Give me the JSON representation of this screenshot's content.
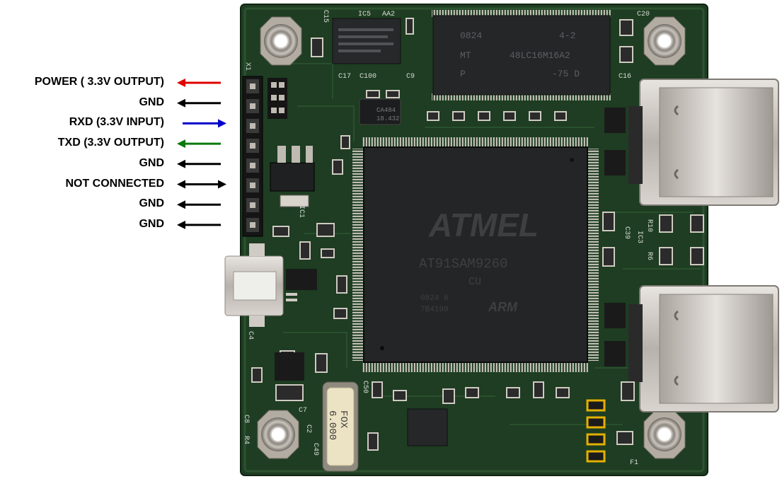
{
  "pins": [
    {
      "label": "POWER ( 3.3V OUTPUT)",
      "direction": "out",
      "color": "#e00000"
    },
    {
      "label": "GND",
      "direction": "out",
      "color": "#000000"
    },
    {
      "label": "RXD (3.3V INPUT)",
      "direction": "in",
      "color": "#0000cc"
    },
    {
      "label": "TXD (3.3V OUTPUT)",
      "direction": "out",
      "color": "#0a7a0a"
    },
    {
      "label": "GND",
      "direction": "out",
      "color": "#000000"
    },
    {
      "label": "NOT CONNECTED",
      "direction": "both",
      "color": "#000000"
    },
    {
      "label": "GND",
      "direction": "out",
      "color": "#000000"
    },
    {
      "label": "GND",
      "direction": "out",
      "color": "#000000"
    }
  ],
  "board": {
    "cpu_markings": [
      "ATMEL",
      "AT91SAM9260",
      "CU",
      "0824 6",
      "7B4190",
      "ARM"
    ],
    "ram_markings": [
      "0824",
      "4-2",
      "MT",
      "48LC16M16A2",
      "P",
      "-75 D"
    ],
    "crystal_markings": [
      "FOX",
      "6.000"
    ],
    "small_chip_markings": [
      "CA484",
      "18.432"
    ],
    "silkscreen": [
      "IC5",
      "AA2",
      "C15",
      "C20",
      "C17",
      "C100",
      "C9",
      "C16",
      "X1",
      "IC1",
      "C4",
      "C50",
      "C7",
      "C8",
      "R4",
      "IC3",
      "R6",
      "R10",
      "C39",
      "F1",
      "C2",
      "C49"
    ],
    "colors": {
      "pcb": "#1e3d22",
      "silk": "#d8dcd4",
      "chip": "#232526",
      "metal": "#c9c4bf"
    }
  }
}
